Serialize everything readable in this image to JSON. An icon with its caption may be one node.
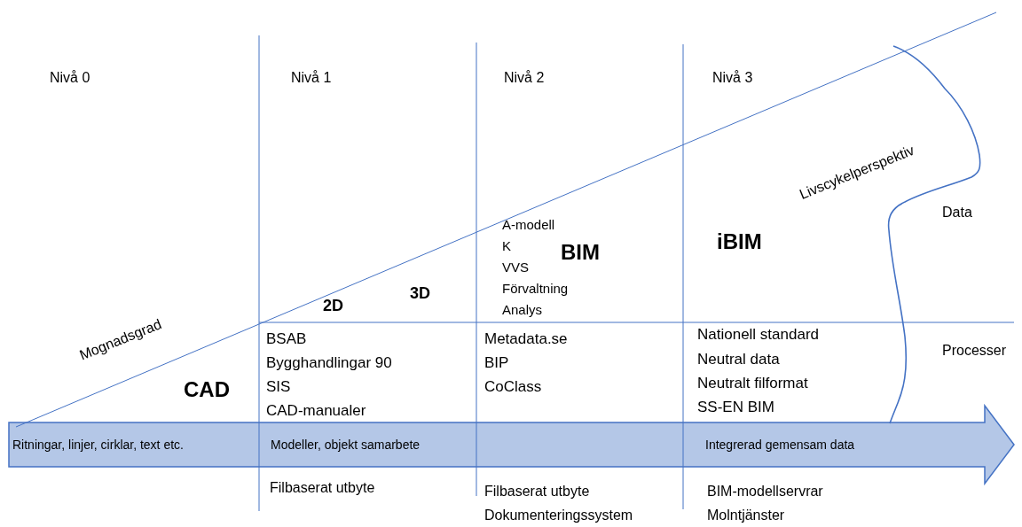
{
  "diagram": {
    "nodes": [
      {
        "text": [
          "Ritningar, linjer, cirklar, text etc.",
          "Modeller, objekt samarbete",
          "Integrerad gemensam data"
        ]
      }
    ],
    "labels": [
      "Nivå 0",
      "Nivå 1",
      "Nivå 2",
      "Nivå 3",
      "Livscykelperspektiv",
      "Data",
      "A-modell",
      "K",
      "VVS",
      "Förvaltning",
      "Analys",
      "BIM",
      "iBIM",
      "2D",
      "3D",
      "Mognadsgrad",
      "CAD",
      "BSAB",
      "Bygghandlingar 90",
      "SIS",
      "CAD-manualer",
      "Metadata.se",
      "BIP",
      "CoClass",
      "Nationell standard",
      "Neutral data",
      "Neutralt filformat",
      "SS-EN BIM",
      "Processer",
      "Filbaserat utbyte",
      "Filbaserat utbyte",
      "Dokumenteringssystem",
      "BIM-modellservrar",
      "Molntjänster"
    ]
  }
}
